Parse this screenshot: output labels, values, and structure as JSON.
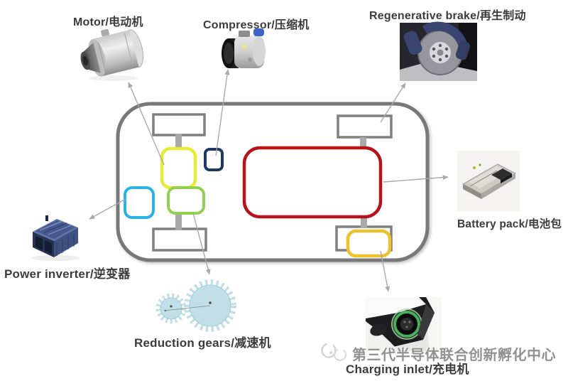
{
  "labels": {
    "motor": "Motor/电动机",
    "compressor": "Compressor/压缩机",
    "regenerative_brake": "Regenerative brake/再生制动",
    "battery_pack": "Battery pack/电池包",
    "power_inverter": "Power inverter/逆变器",
    "reduction_gears": "Reduction gears/减速机",
    "charging_inlet": "Charging inlet/充电机"
  },
  "watermark": {
    "text": "第三代半导体联合创新孵化中心"
  },
  "colors": {
    "motor_box": "#e7ec38",
    "compressor_box": "#1f3864",
    "battery_box": "#b6131b",
    "inverter_box": "#29b4e6",
    "gears_box": "#92d050",
    "charging_box": "#eec22d",
    "chassis_outline": "#787878",
    "wheel_outline": "#808080",
    "connector": "#a9a9a9",
    "arrow": "#a9a9a9",
    "gear_fill": "#c2dfe8",
    "gear_edge": "#9fccd9"
  }
}
